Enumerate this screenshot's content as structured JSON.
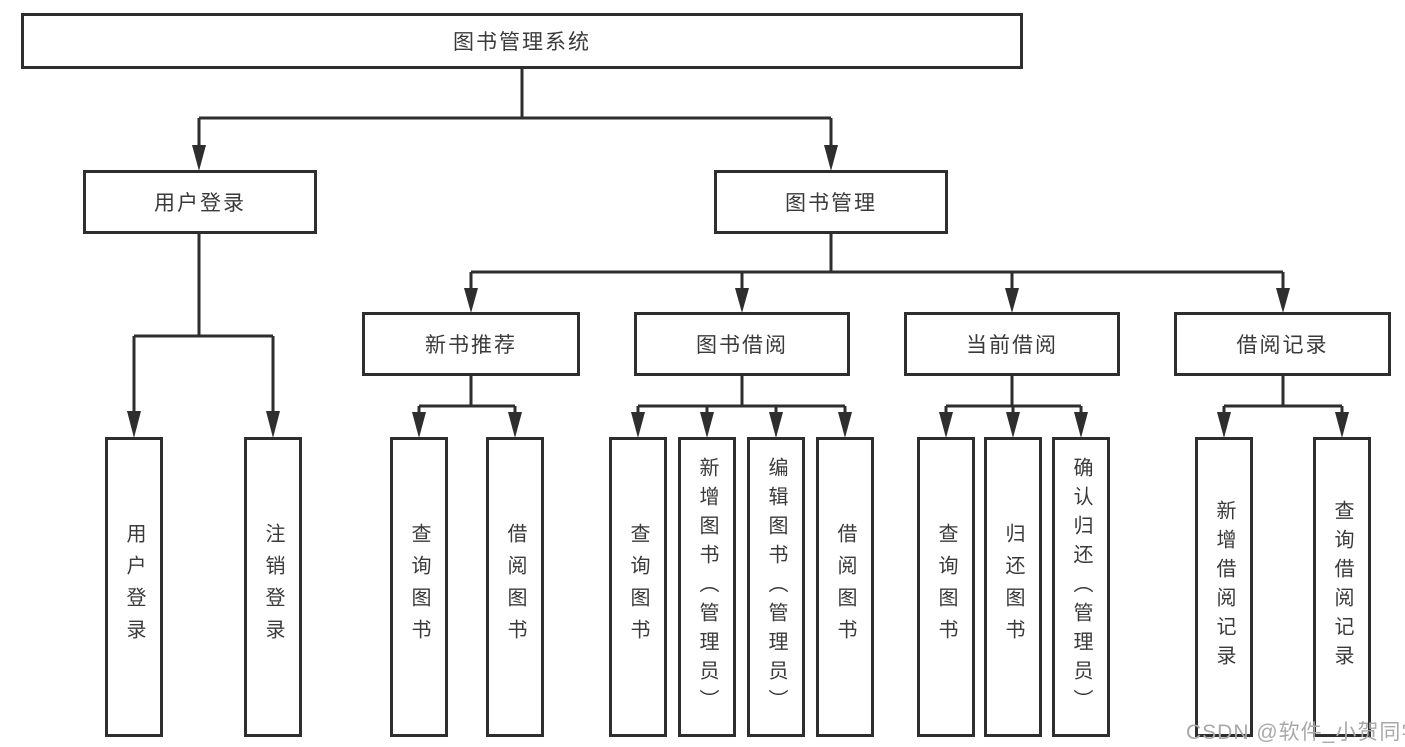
{
  "tree": {
    "root_label": "图书管理系统",
    "branches": [
      {
        "label": "用户登录",
        "leaves": [
          "用户登录",
          "注销登录"
        ]
      },
      {
        "label": "图书管理",
        "groups": [
          {
            "label": "新书推荐",
            "leaves": [
              "查询图书",
              "借阅图书"
            ]
          },
          {
            "label": "图书借阅",
            "leaves": [
              "查询图书",
              "新增图书（管理员）",
              "编辑图书（管理员）",
              "借阅图书"
            ]
          },
          {
            "label": "当前借阅",
            "leaves": [
              "查询图书",
              "归还图书",
              "确认归还（管理员）"
            ]
          },
          {
            "label": "借阅记录",
            "leaves": [
              "新增借阅记录",
              "查询借阅记录"
            ]
          }
        ]
      }
    ]
  },
  "watermark": "CSDN @软件_小贺同学",
  "colors": {
    "line": "#2e2e2e",
    "text": "#3a3a3a",
    "box_background": "#ffffff",
    "watermark": "#a9a9a9"
  }
}
